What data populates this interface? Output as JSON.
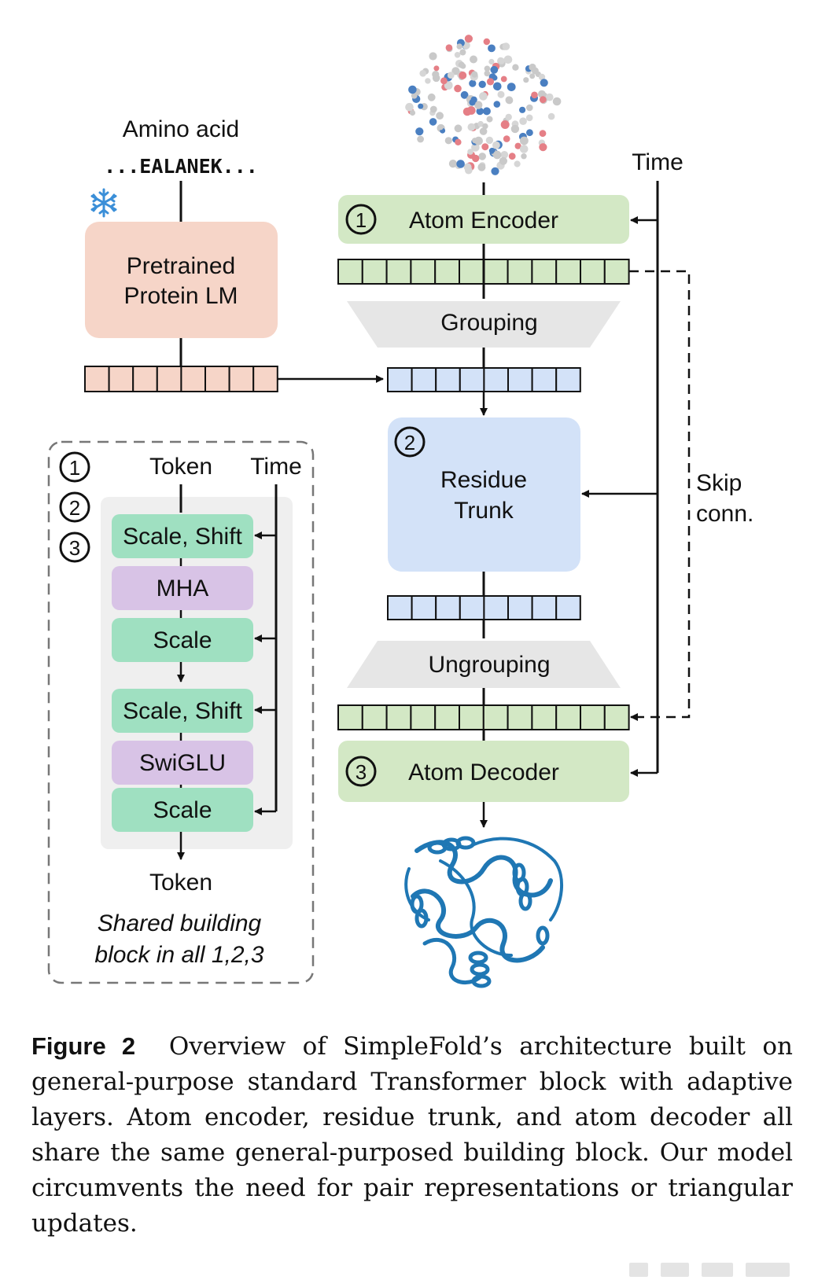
{
  "protein_lm": {
    "input_label": "Amino acid",
    "sequence": "...EALANEK...",
    "frozen_icon": "snowflake-icon",
    "title_line1": "Pretrained",
    "title_line2": "Protein LM"
  },
  "main": {
    "time_label": "Time",
    "atom_encoder": {
      "number": "1",
      "label": "Atom Encoder"
    },
    "grouping_label": "Grouping",
    "residue_trunk": {
      "number": "2",
      "line1": "Residue",
      "line2": "Trunk"
    },
    "ungrouping_label": "Ungrouping",
    "atom_decoder": {
      "number": "3",
      "label": "Atom Decoder"
    },
    "skip_line1": "Skip",
    "skip_line2": "conn."
  },
  "block": {
    "numbers": [
      "1",
      "2",
      "3"
    ],
    "token_in": "Token",
    "time": "Time",
    "layers": [
      "Scale, Shift",
      "MHA",
      "Scale",
      "Scale, Shift",
      "SwiGLU",
      "Scale"
    ],
    "token_out": "Token",
    "caption_line1": "Shared building",
    "caption_line2": "block in all 1,2,3"
  },
  "caption": {
    "label": "Figure 2",
    "text": "Overview of SimpleFold’s architecture built on general-purpose standard Transformer block with adaptive layers. Atom encoder, residue trunk, and atom decoder all share the same general-purposed building block. Our model circumvents the need for pair representations or triangular updates."
  },
  "colors": {
    "green_block": "#d3e8c5",
    "pink_block": "#f6d5c8",
    "blue_block": "#d3e2f8",
    "teal_layer": "#9fe0c1",
    "purple_layer": "#d8c3e6",
    "gray": "#e6e6e6",
    "protein": "#1f77b4"
  }
}
